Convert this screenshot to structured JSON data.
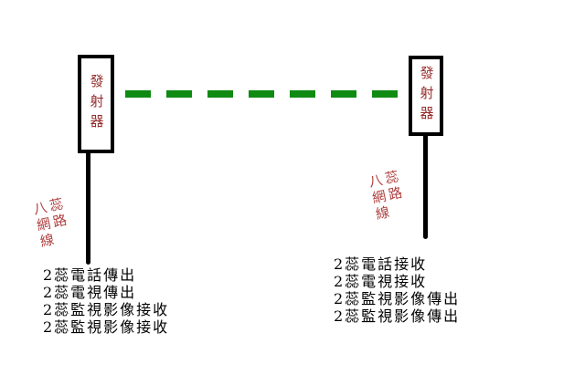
{
  "diagram": {
    "transmitter_left": {
      "label": "發射器"
    },
    "transmitter_right": {
      "label": "發射器"
    },
    "cable_label_left": {
      "text": "八蕊\n網路\n線"
    },
    "cable_label_right": {
      "text": "八蕊\n網路\n線"
    },
    "signals_left": [
      "2蕊電話傳出",
      "2蕊電視傳出",
      "2蕊監視影像接收",
      "2蕊監視影像接收"
    ],
    "signals_right": [
      "2蕊電話接收",
      "2蕊電視接收",
      "2蕊監視影像傳出",
      "2蕊監視影像傳出"
    ]
  },
  "colors": {
    "link-green": "#0f8a12",
    "box-text-red": "#962b2b",
    "label-red": "#b04040",
    "ink-black": "#000000",
    "text-black": "#000000",
    "background": "#ffffff"
  }
}
